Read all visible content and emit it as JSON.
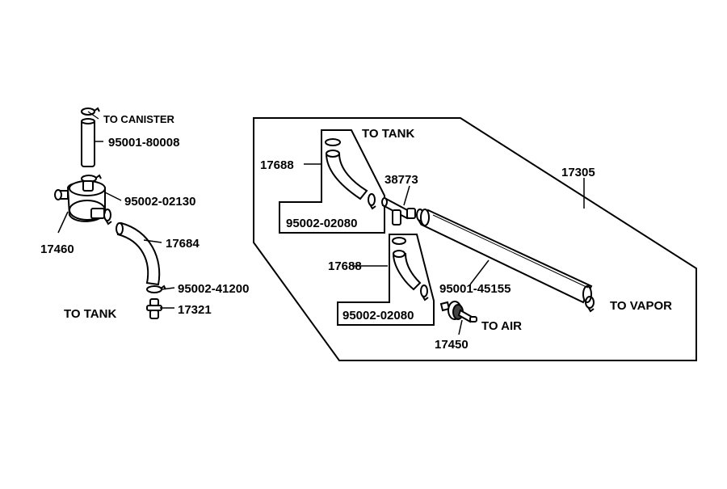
{
  "labels": {
    "to_canister": "TO  CANISTER",
    "pn_95001_80008": "95001-80008",
    "pn_95002_02130": "95002-02130",
    "pn_17460": "17460",
    "pn_17684": "17684",
    "pn_95002_41200": "95002-41200",
    "to_tank_left": "TO TANK",
    "pn_17321": "17321",
    "to_tank_top": "TO TANK",
    "pn_17688_upper": "17688",
    "pn_95002_02080_upper": "95002-02080",
    "pn_38773": "38773",
    "pn_17305": "17305",
    "pn_17688_lower": "17688",
    "pn_95002_02080_lower": "95002-02080",
    "pn_95001_45155": "95001-45155",
    "to_vapor": "TO VAPOR",
    "to_air": "TO AIR",
    "pn_17450": "17450"
  }
}
